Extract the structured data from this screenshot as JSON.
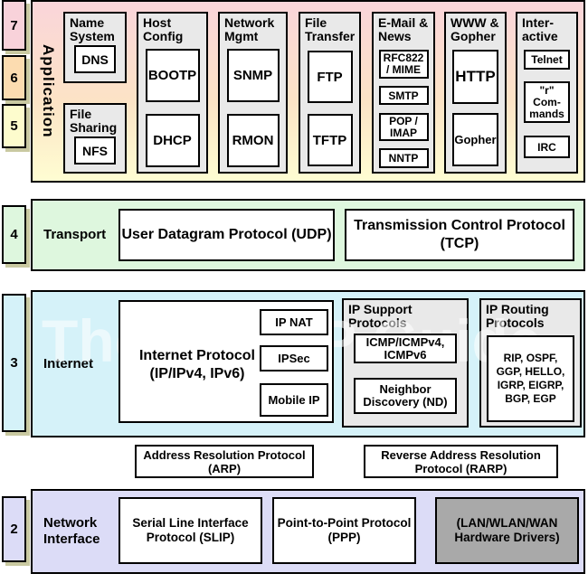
{
  "watermark": "The TCP/IP Guide",
  "colors": {
    "badge7_bg": "#f8d2da",
    "badge6_bg": "#fcdcb0",
    "badge5_bg": "#fdfccd",
    "transport_bg": "#def7de",
    "internet_bg": "#d5f2f9",
    "network_bg": "#dcdcf7",
    "app_gradient_top": "#fad5da",
    "app_gradient_bottom": "#fefdd2",
    "group_bg": "#e9e9e9",
    "hardware_box_bg": "#a9a9a9",
    "badge_shadow": "#c9c9a1"
  },
  "osi_badges": [
    {
      "number": "7"
    },
    {
      "number": "6"
    },
    {
      "number": "5"
    },
    {
      "number": "4"
    },
    {
      "number": "3"
    },
    {
      "number": "2"
    }
  ],
  "application": {
    "label": "Application",
    "groups": [
      {
        "title": "Name System",
        "protocols": [
          "DNS"
        ]
      },
      {
        "title": "File Sharing",
        "protocols": [
          "NFS"
        ]
      },
      {
        "title": "Host Config",
        "protocols": [
          "BOOTP",
          "DHCP"
        ]
      },
      {
        "title": "Network Mgmt",
        "protocols": [
          "SNMP",
          "RMON"
        ]
      },
      {
        "title": "File Transfer",
        "protocols": [
          "FTP",
          "TFTP"
        ]
      },
      {
        "title": "E-Mail & News",
        "protocols": [
          "RFC822 / MIME",
          "SMTP",
          "POP / IMAP",
          "NNTP"
        ]
      },
      {
        "title": "WWW & Gopher",
        "protocols": [
          "HTTP",
          "Gopher"
        ]
      },
      {
        "title": "Inter-active",
        "protocols": [
          "Telnet",
          "\"r\" Com- mands",
          "IRC"
        ]
      }
    ]
  },
  "transport": {
    "label": "Transport",
    "udp": "User Datagram Protocol (UDP)",
    "tcp": "Transmission Control Protocol (TCP)"
  },
  "internet": {
    "label": "Internet",
    "ip": {
      "title": "Internet Protocol (IP/IPv4, IPv6)",
      "sub_protocols": [
        "IP NAT",
        "IPSec",
        "Mobile IP"
      ]
    },
    "support": {
      "title": "IP Support Protocols",
      "items": [
        "ICMP/ICMPv4, ICMPv6",
        "Neighbor Discovery (ND)"
      ]
    },
    "routing": {
      "title": "IP Routing Protocols",
      "items": [
        "RIP, OSPF, GGP, HELLO, IGRP, EIGRP, BGP, EGP"
      ]
    }
  },
  "link_protocols": {
    "arp": "Address Resolution Protocol (ARP)",
    "rarp": "Reverse Address Resolution Protocol (RARP)"
  },
  "network_interface": {
    "label": "Network Interface",
    "slip": "Serial Line Interface Protocol (SLIP)",
    "ppp": "Point-to-Point Protocol (PPP)",
    "hardware": "(LAN/WLAN/WAN Hardware Drivers)"
  }
}
